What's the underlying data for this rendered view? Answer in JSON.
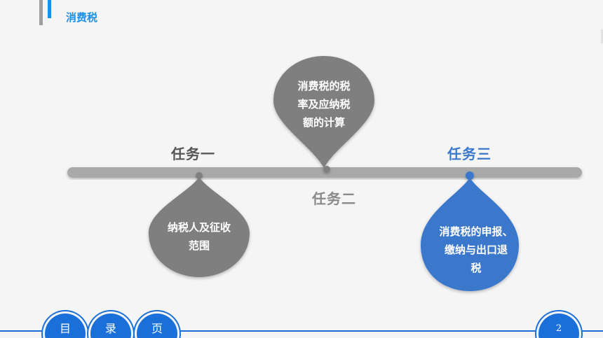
{
  "header": {
    "title": "消费税"
  },
  "timeline": {
    "tasks": [
      {
        "label": "任务一",
        "detail_lines": [
          "纳税人及征收",
          "范围"
        ]
      },
      {
        "label": "任务二",
        "detail_lines": [
          "消费税的税",
          "率及应纳税",
          "额的计算"
        ]
      },
      {
        "label": "任务三",
        "detail_lines": [
          "消费税的申报、",
          "缴纳与出口退",
          "税"
        ]
      }
    ]
  },
  "nav": {
    "items": [
      "目",
      "录",
      "页"
    ],
    "page_number": "2"
  },
  "colors": {
    "accent_blue": "#1a90e8",
    "nav_blue": "#1a6fd9",
    "drop_gray": "#7f7f7f",
    "drop_blue": "#3a78cc",
    "bar_gray": "#a9a9a9"
  }
}
